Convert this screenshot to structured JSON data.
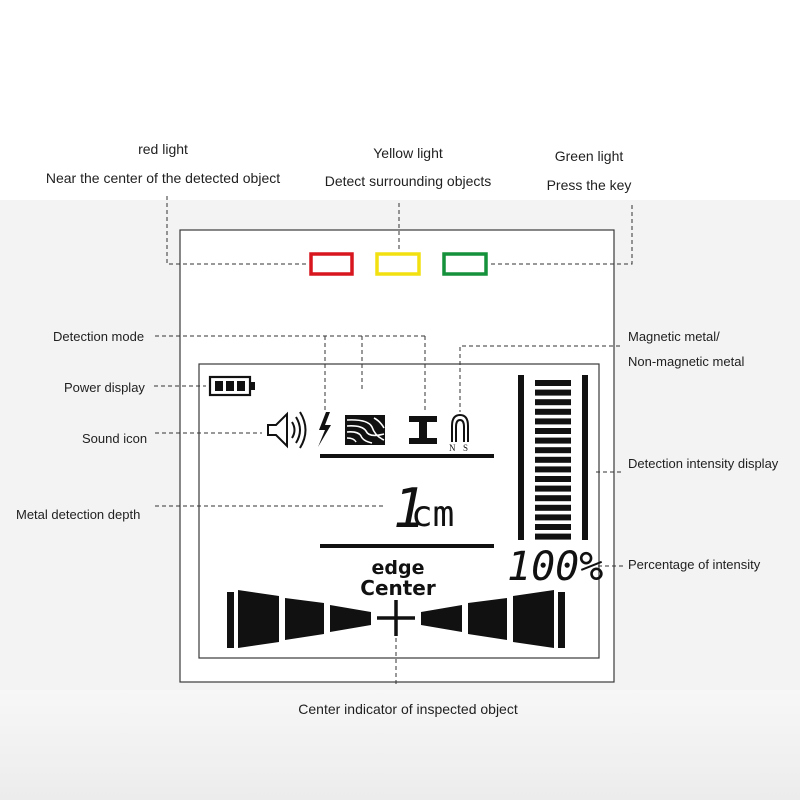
{
  "lights": {
    "red": {
      "title": "red light",
      "desc": "Near the center of the detected object",
      "color": "#d7161e"
    },
    "yellow": {
      "title": "Yellow light",
      "desc": "Detect surrounding objects",
      "color": "#f2e010"
    },
    "green": {
      "title": "Green light",
      "desc": "Press the key",
      "color": "#14913a"
    }
  },
  "callouts": {
    "detection_mode": "Detection mode",
    "power_display": "Power display",
    "sound_icon": "Sound icon",
    "metal_depth": "Metal detection depth",
    "magnetic_line1": "Magnetic metal/",
    "magnetic_line2": "Non-magnetic metal",
    "intensity_display": "Detection intensity display",
    "intensity_percent": "Percentage of intensity",
    "center_indicator": "Center indicator of inspected object"
  },
  "lcd": {
    "depth_value": "1",
    "depth_unit": "cm",
    "percent": "100%",
    "edge": "edge",
    "center": "Center",
    "pole_n": "N",
    "pole_s": "S",
    "intensity_level": 1.0,
    "battery_level": 3
  }
}
